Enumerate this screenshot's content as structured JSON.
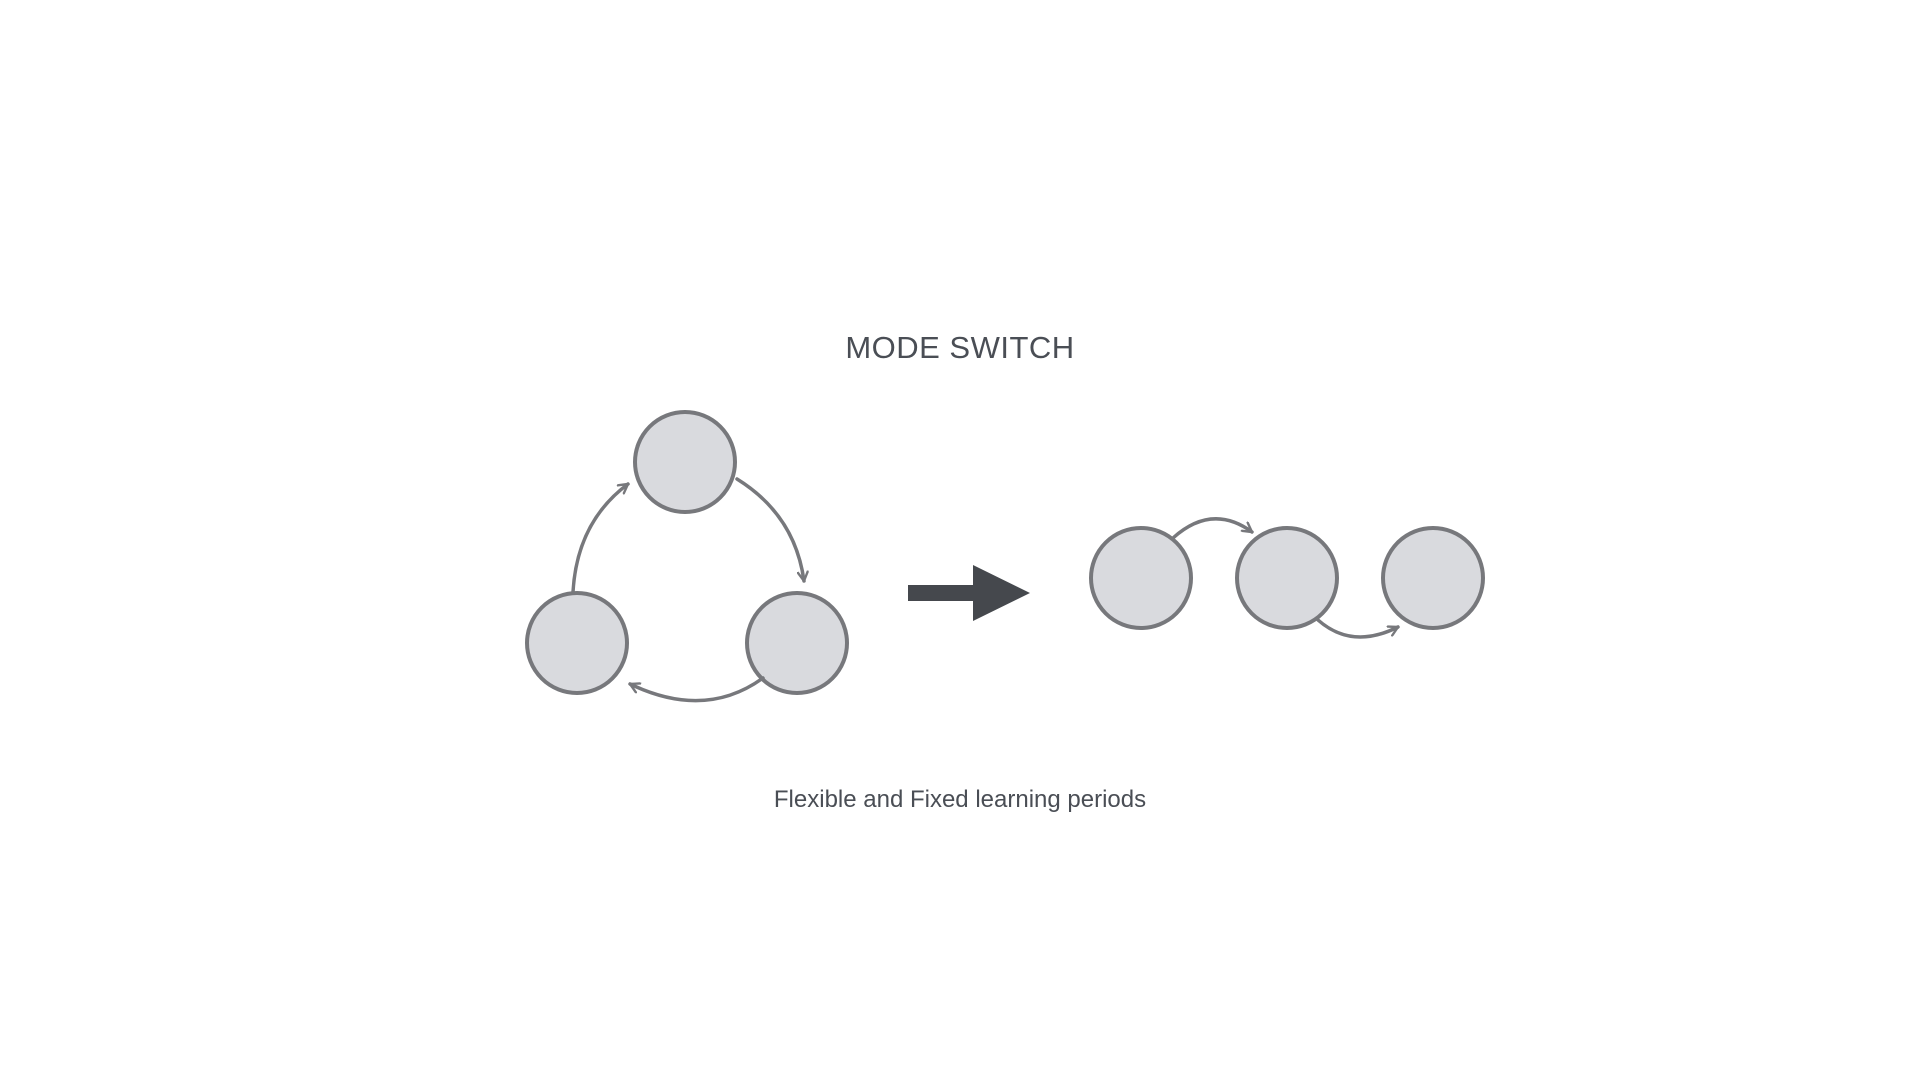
{
  "title": "MODE SWITCH",
  "caption": "Flexible and Fixed learning periods",
  "colors": {
    "node_fill": "#d9dade",
    "node_stroke": "#77787c",
    "arrow_stroke": "#77787c",
    "main_arrow": "#45484d",
    "text": "#4a4e55"
  },
  "cycle": {
    "label": "",
    "nodes": 3,
    "arrows": 3
  },
  "chain": {
    "label": "",
    "nodes": 3,
    "arrows": 2
  }
}
